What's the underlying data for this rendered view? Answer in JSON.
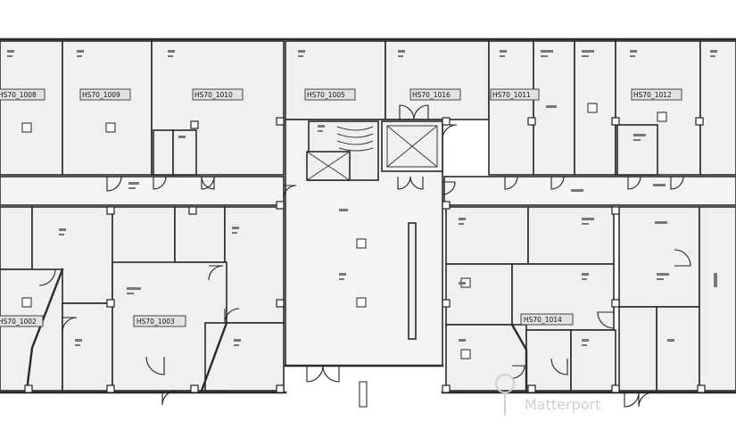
{
  "rooms": {
    "r1008": "HS70_1008",
    "r1009": "HS70_1009",
    "r1010": "HS70_1010",
    "r1005": "HS70_1005",
    "r1016": "HS70_1016",
    "r1011": "HS70_1011",
    "r1012": "HS70_1012",
    "r1002": "HS70_1002",
    "r1003": "HS70_1003",
    "r1014": "HS70_1014"
  },
  "watermark": "Matterport"
}
